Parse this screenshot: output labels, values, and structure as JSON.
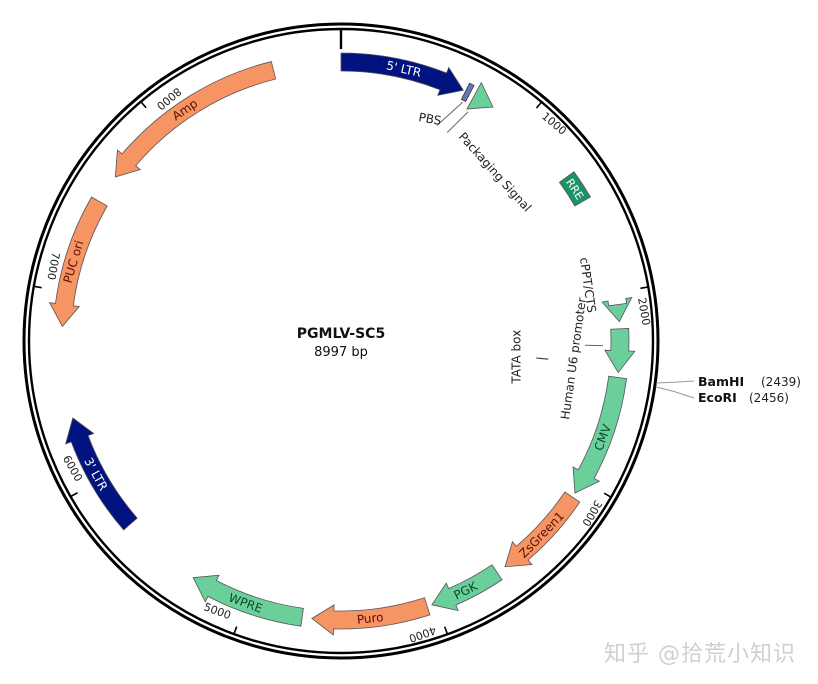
{
  "plasmid": {
    "name": "PGMLV-SC5",
    "size_label": "8997 bp",
    "length_bp": 8997
  },
  "ticks": [
    {
      "bp": 0,
      "label": ""
    },
    {
      "bp": 1000,
      "label": "1000"
    },
    {
      "bp": 2000,
      "label": "2000"
    },
    {
      "bp": 3000,
      "label": "3000"
    },
    {
      "bp": 4000,
      "label": "4000"
    },
    {
      "bp": 5000,
      "label": "5000"
    },
    {
      "bp": 6000,
      "label": "6000"
    },
    {
      "bp": 7000,
      "label": "7000"
    },
    {
      "bp": 8000,
      "label": "8000"
    }
  ],
  "features": [
    {
      "id": "ltr5",
      "label": "5' LTR",
      "start_deg": 0,
      "end_deg": 26,
      "direction": "cw",
      "color": "#00137f",
      "text_color": "#ffffff"
    },
    {
      "id": "pbs",
      "label": "PBS",
      "start_deg": 26.5,
      "end_deg": 27.5,
      "direction": "none",
      "color": "#6a74b8",
      "text_color": "#222222"
    },
    {
      "id": "packaging",
      "label": "Packaging Signal",
      "start_deg": 28.5,
      "end_deg": 33,
      "direction": "cw",
      "color": "#6bcf9b",
      "text_color": "#222222"
    },
    {
      "id": "rre",
      "label": "RRE",
      "start_deg": 54,
      "end_deg": 60,
      "direction": "none",
      "color": "#1a9466",
      "text_color": "#ffffff"
    },
    {
      "id": "cppt",
      "label": "cPPT/CTS",
      "start_deg": 82.5,
      "end_deg": 86,
      "direction": "cw",
      "color": "#6bcf9b",
      "text_color": "#222222"
    },
    {
      "id": "u6",
      "label": "Human U6 promoter",
      "start_deg": 87.5,
      "end_deg": 96.5,
      "direction": "cw",
      "color": "#6bcf9b",
      "text_color": "#222222"
    },
    {
      "id": "tata",
      "label": "TATA box",
      "start_deg": 95,
      "end_deg": 95,
      "direction": "none",
      "color": "#555555",
      "text_color": "#222222"
    },
    {
      "id": "cmv",
      "label": "CMV",
      "start_deg": 97.5,
      "end_deg": 123,
      "direction": "cw",
      "color": "#6bcf9b",
      "text_color": "#0b4a27"
    },
    {
      "id": "zsgreen",
      "label": "ZsGreen1",
      "start_deg": 124,
      "end_deg": 144,
      "direction": "cw",
      "color": "#f79464",
      "text_color": "#5a1000"
    },
    {
      "id": "pgk",
      "label": "PGK",
      "start_deg": 146,
      "end_deg": 161,
      "direction": "cw",
      "color": "#6bcf9b",
      "text_color": "#0b4a27"
    },
    {
      "id": "puro",
      "label": "Puro",
      "start_deg": 162,
      "end_deg": 186,
      "direction": "cw",
      "color": "#f79464",
      "text_color": "#5a1000"
    },
    {
      "id": "wpre",
      "label": "WPRE",
      "start_deg": 188,
      "end_deg": 212,
      "direction": "cw",
      "color": "#6bcf9b",
      "text_color": "#0b4a27"
    },
    {
      "id": "ltr3",
      "label": "3' LTR",
      "start_deg": 229,
      "end_deg": 254,
      "direction": "cw",
      "color": "#00137f",
      "text_color": "#ffffff"
    },
    {
      "id": "pucori",
      "label": "PUC ori",
      "start_deg": 273,
      "end_deg": 300,
      "direction": "ccw",
      "color": "#f79464",
      "text_color": "#5a1000"
    },
    {
      "id": "amp",
      "label": "Amp",
      "start_deg": 306,
      "end_deg": 346,
      "direction": "ccw",
      "color": "#f79464",
      "text_color": "#5a1000"
    }
  ],
  "sites": [
    {
      "name": "BamHI",
      "position": "(2439)"
    },
    {
      "name": "EcoRI",
      "position": "(2456)"
    }
  ],
  "watermark": "知乎 @拾荒小知识"
}
